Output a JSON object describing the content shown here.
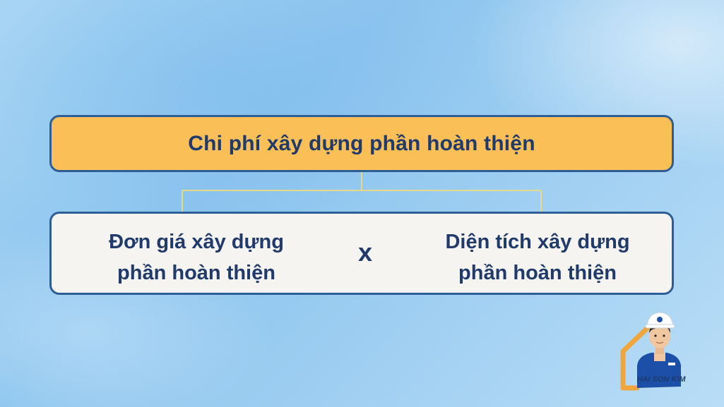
{
  "diagram": {
    "top": {
      "label": "Chi phí xây dựng phần hoàn thiện"
    },
    "left_term": {
      "line1": "Đơn giá xây dựng",
      "line2": "phần hoàn thiện"
    },
    "operator": "x",
    "right_term": {
      "line1": "Diện tích xây dựng",
      "line2": "phần hoàn thiện"
    }
  },
  "brand": {
    "name": "HAI SON KIM"
  },
  "colors": {
    "top_fill": "#fbbf57",
    "box_border": "#2f5e97",
    "bottom_fill": "#f6f4f0",
    "text": "#1f3a6b",
    "connector": "#e8d98a",
    "logo_accent": "#f2a53a"
  }
}
